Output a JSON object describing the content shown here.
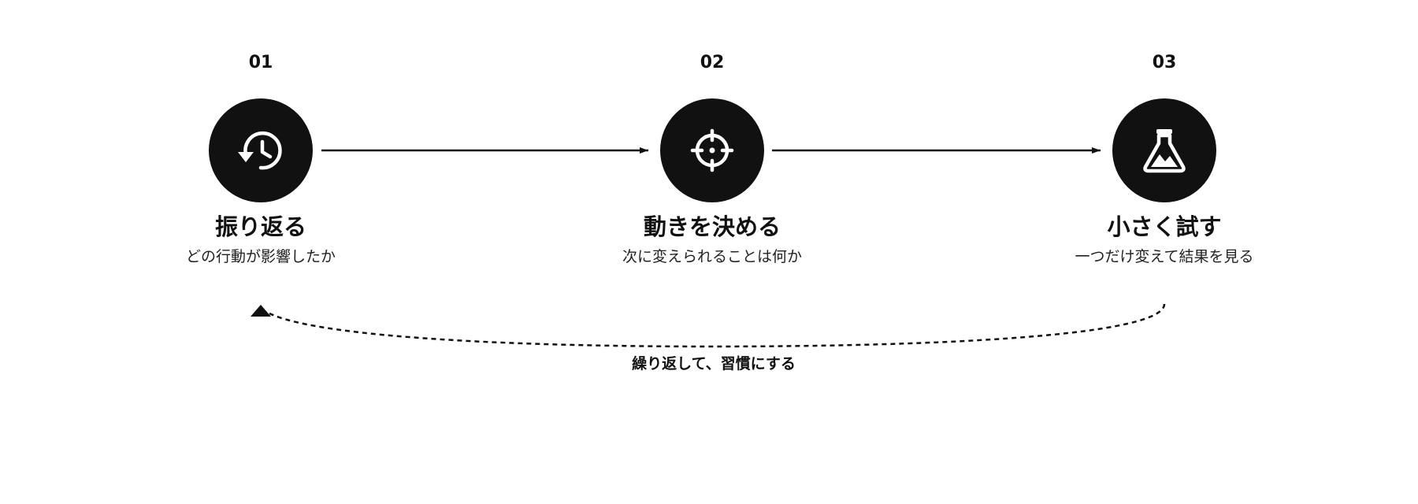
{
  "steps": [
    {
      "number": "01",
      "title": "振り返る",
      "description": "どの行動が影響したか",
      "icon": "history-icon"
    },
    {
      "number": "02",
      "title": "動きを決める",
      "description": "次に変えられることは何か",
      "icon": "crosshair-icon"
    },
    {
      "number": "03",
      "title": "小さく試す",
      "description": "一つだけ変えて結果を見る",
      "icon": "flask-icon"
    }
  ],
  "loop": {
    "label": "繰り返して、習慣にする"
  },
  "colors": {
    "circle": "#111111",
    "icon": "#ffffff",
    "line": "#111111"
  }
}
